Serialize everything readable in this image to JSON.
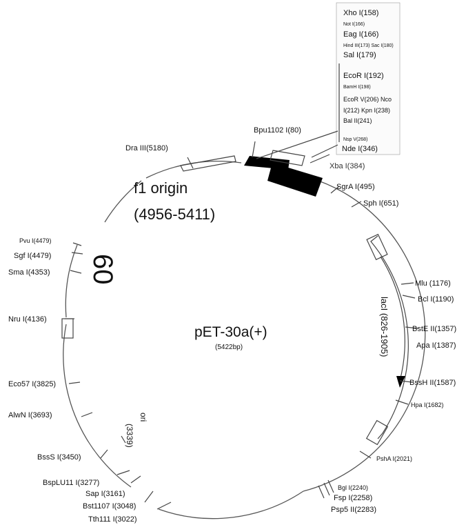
{
  "plasmid": {
    "name": "pET-30a(+)",
    "size": "(5422bp)"
  },
  "features": {
    "f1_origin": {
      "line1": "f1 origin",
      "line2": "(4956-5411)"
    },
    "lacI": "lacI (826-1905)",
    "ori": {
      "line1": "ori",
      "line2": "(3339)"
    },
    "rotated_label": "60"
  },
  "mcs": {
    "xho": "Xho I(158)",
    "not": "Not I(166)",
    "eag": "Eag I(166)",
    "hind_sac": "Hind III(173) Sac I(180)",
    "sal": "Sal I(179)",
    "ecor1": "EcoR I(192)",
    "bamh": "BamH I(198)",
    "ecorv": "EcoR V(206) Nco",
    "kpn": "I(212) Kpn I(238)",
    "bal": "Bal II(241)",
    "nsp": "Nsp V(268)",
    "nde": "Nde I(346)"
  },
  "sites": {
    "bpu": "Bpu1102 I(80)",
    "xba": "Xba I(384)",
    "dra": "Dra III(5180)",
    "sgra": "SgrA I(495)",
    "sph": "Sph I(651)",
    "mlu": "Mlu (1176)",
    "bcl": "Bcl I(1190)",
    "bste": "BstE II(1357)",
    "apa": "Apa I(1387)",
    "bssh": "BssH II(1587)",
    "hpa": "Hpa I(1682)",
    "psha": "PshA I(2021)",
    "bgl": "Bgl I(2240)",
    "fsp": "Fsp I(2258)",
    "psp5": "Psp5 II(2283)",
    "tth": "Tth111 I(3022)",
    "bst1107": "Bst1107 I(3048)",
    "sap": "Sap I(3161)",
    "bsplu": "BspLU11 I(3277)",
    "bsss": "BssS I(3450)",
    "alwn": "AlwN I(3693)",
    "eco57": "Eco57 I(3825)",
    "nru": "Nru I(4136)",
    "sma": "Sma I(4353)",
    "sgf": "Sgf I(4479)",
    "pvu": "Pvu I(4479)"
  }
}
